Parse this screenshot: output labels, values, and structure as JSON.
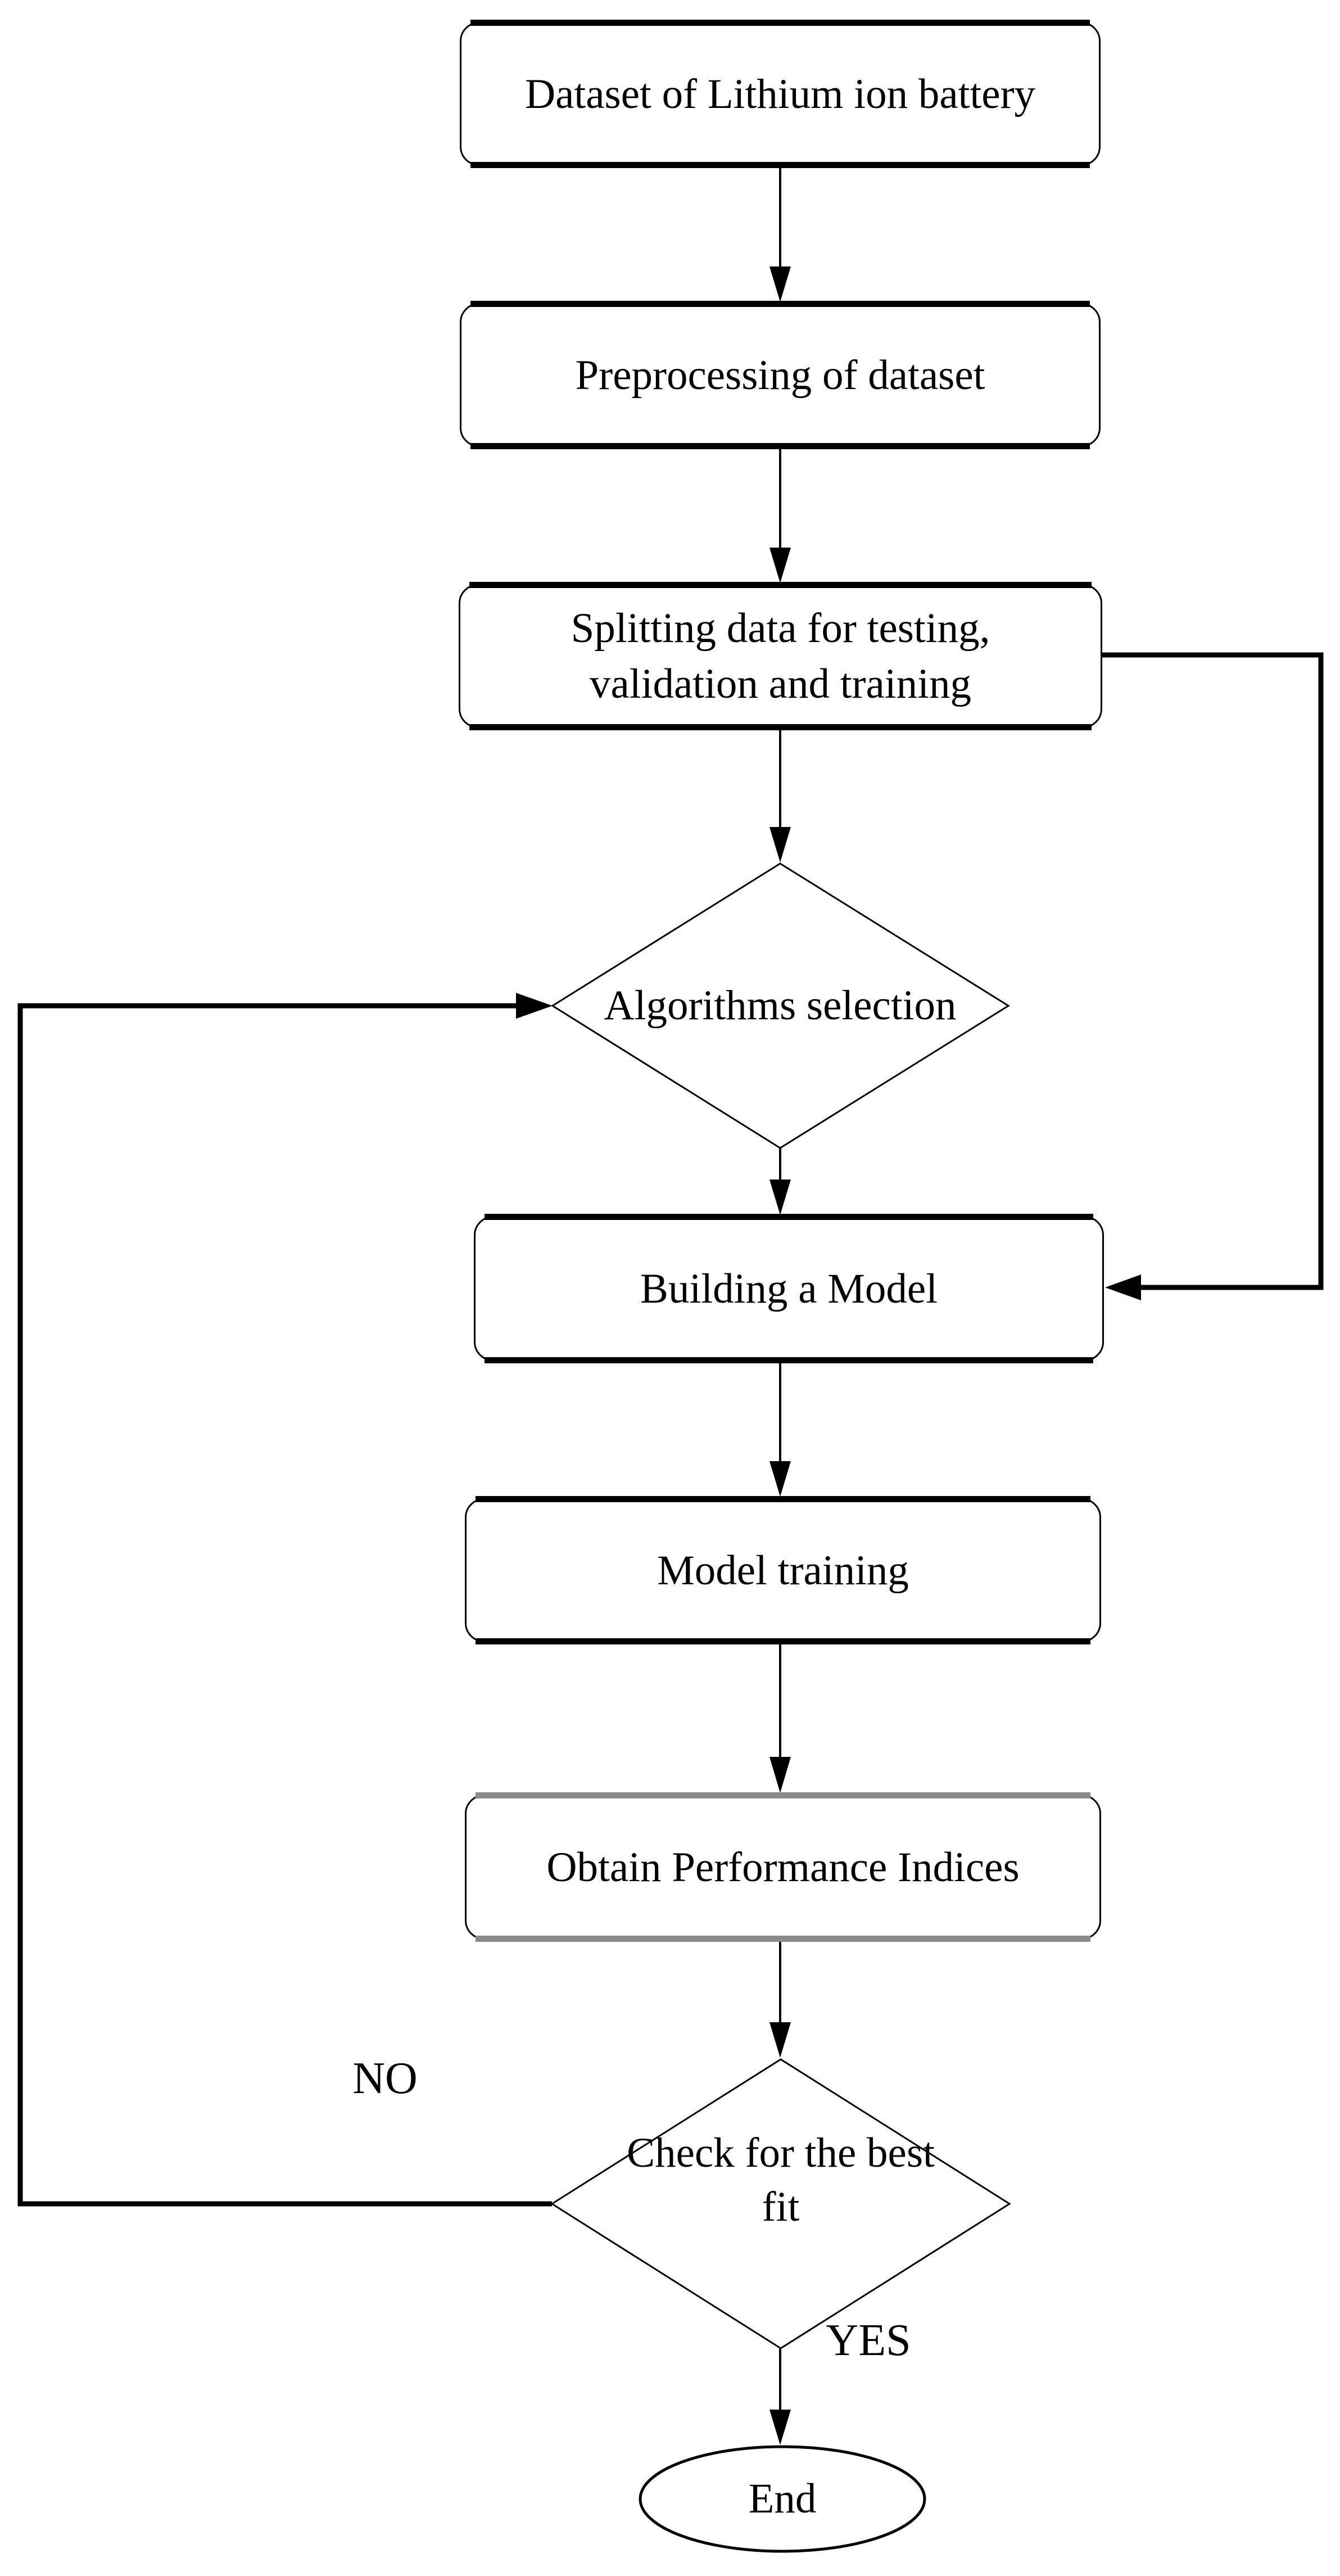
{
  "diagram": {
    "title": "Flowchart of machine-learning workflow for lithium ion battery dataset",
    "background": "#ffffff"
  },
  "colors": {
    "line": "#000000",
    "performance_box_border": "#8a8a8a",
    "shape_fill": "#ffffff"
  },
  "nodes": {
    "dataset": {
      "type": "process",
      "label": "Dataset of Lithium ion battery"
    },
    "preprocessing": {
      "type": "process",
      "label": "Preprocessing of dataset"
    },
    "splitting": {
      "type": "process",
      "line1": "Splitting data for testing,",
      "line2": "validation and training"
    },
    "algorithms": {
      "type": "decision",
      "label": "Algorithms selection"
    },
    "building": {
      "type": "process",
      "label": "Building a Model"
    },
    "training": {
      "type": "process",
      "label": "Model training"
    },
    "performance": {
      "type": "process",
      "label": "Obtain Performance Indices"
    },
    "check": {
      "type": "decision",
      "line1": "Check for the best",
      "line2": "fit"
    },
    "end": {
      "type": "terminator",
      "label": "End"
    }
  },
  "edge_labels": {
    "no": "NO",
    "yes": "YES"
  }
}
